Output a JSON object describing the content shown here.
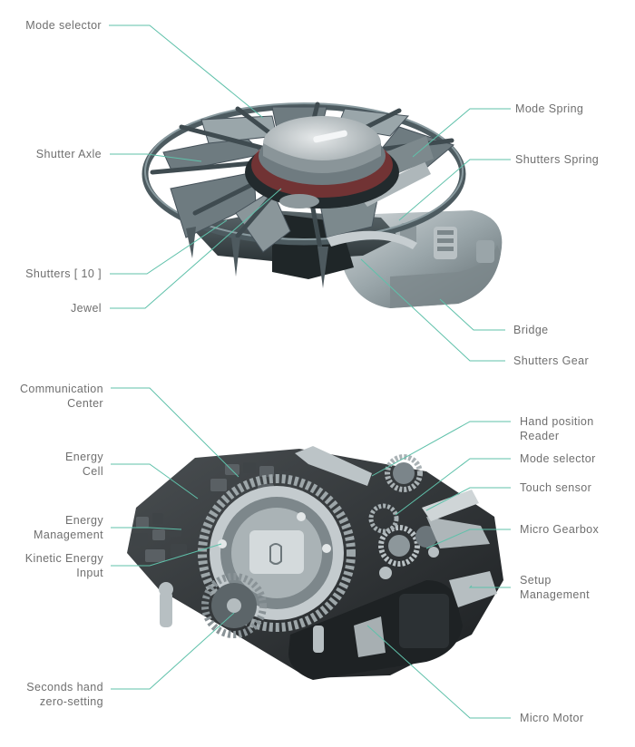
{
  "colors": {
    "leader": "#5fc1aa",
    "label_text": "#6f6f6f",
    "steel": "#9aa6aa",
    "dark_steel": "#3a4548",
    "board": "#2c2f31",
    "bright_steel": "#c9cfd1",
    "ruby": "#c23b3b"
  },
  "assembly_top": {
    "labels": {
      "mode_selector": "Mode selector",
      "mode_spring": "Mode Spring",
      "shutter_axle": "Shutter Axle",
      "shutters_spring": "Shutters Spring",
      "shutters": "Shutters [ 10 ]",
      "jewel": "Jewel",
      "bridge": "Bridge",
      "shutters_gear": "Shutters Gear"
    }
  },
  "assembly_bottom": {
    "labels": {
      "communication_center_1": "Communication",
      "communication_center_2": "Center",
      "hand_position_reader_1": "Hand position",
      "hand_position_reader_2": "Reader",
      "energy_cell_1": "Energy",
      "energy_cell_2": "Cell",
      "mode_selector": "Mode selector",
      "touch_sensor": "Touch sensor",
      "energy_management_1": "Energy",
      "energy_management_2": "Management",
      "micro_gearbox": "Micro Gearbox",
      "kinetic_energy_input_1": "Kinetic Energy",
      "kinetic_energy_input_2": "Input",
      "setup_management_1": "Setup",
      "setup_management_2": "Management",
      "seconds_hand_zero_setting_1": "Seconds hand",
      "seconds_hand_zero_setting_2": "zero-setting",
      "micro_motor": "Micro Motor"
    }
  }
}
